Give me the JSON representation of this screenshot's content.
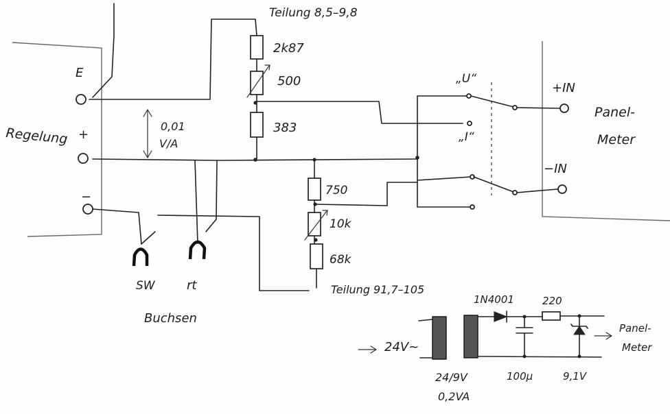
{
  "labels": {
    "regelung": "Regelung",
    "terminal_e": "E",
    "terminal_plus": "+",
    "terminal_minus": "−",
    "sensitivity_value": "0,01",
    "sensitivity_unit": "V/A",
    "teilung_top": "Teilung 8,5–9,8",
    "r_2k87": "2k87",
    "pot_500": "500",
    "r_383": "383",
    "r_750": "750",
    "pot_10k": "10k",
    "r_68k": "68k",
    "teilung_bottom": "Teilung 91,7–105",
    "switch_u": "„U“",
    "switch_i": "„I“",
    "plus_in": "+IN",
    "minus_in": "−IN",
    "panel_meter_1": "Panel-",
    "panel_meter_2": "Meter",
    "socket_sw": "SW",
    "socket_rt": "rt",
    "buchsen": "Buchsen",
    "supply_24v": "24V~",
    "trafo_rating_1": "24/9V",
    "trafo_rating_2": "0,2VA",
    "diode": "1N4001",
    "r_220": "220",
    "cap_100u": "100µ",
    "zener": "9,1V",
    "supply_panel_1": "Panel-",
    "supply_panel_2": "Meter"
  },
  "colors": {
    "ink": "#222222",
    "paper": "#fdfdfd"
  }
}
